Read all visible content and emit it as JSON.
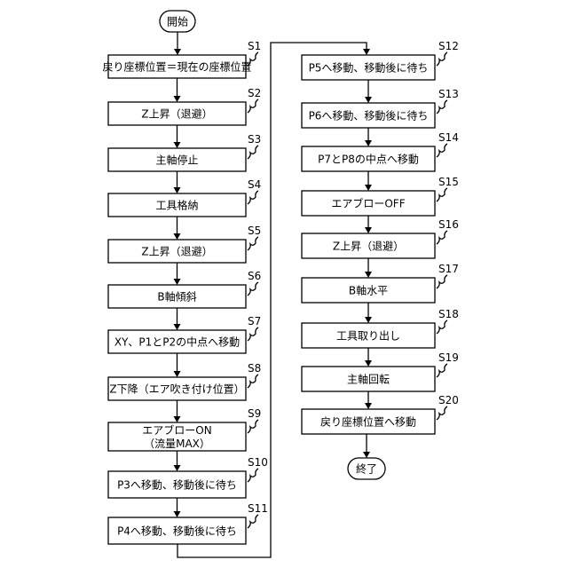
{
  "start": "開始",
  "end": "終了",
  "left_steps": [
    {
      "id": "S1",
      "lines": [
        "戻り座標位置＝現在の座標位置"
      ]
    },
    {
      "id": "S2",
      "lines": [
        "Z上昇（退避）"
      ]
    },
    {
      "id": "S3",
      "lines": [
        "主軸停止"
      ]
    },
    {
      "id": "S4",
      "lines": [
        "工具格納"
      ]
    },
    {
      "id": "S5",
      "lines": [
        "Z上昇（退避）"
      ]
    },
    {
      "id": "S6",
      "lines": [
        "B軸傾斜"
      ]
    },
    {
      "id": "S7",
      "lines": [
        "XY、P1とP2の中点へ移動"
      ]
    },
    {
      "id": "S8",
      "lines": [
        "Z下降（エア吹き付け位置）"
      ]
    },
    {
      "id": "S9",
      "lines": [
        "エアブローON",
        "（流量MAX）"
      ]
    },
    {
      "id": "S10",
      "lines": [
        "P3へ移動、移動後に待ち"
      ]
    },
    {
      "id": "S11",
      "lines": [
        "P4へ移動、移動後に待ち"
      ]
    }
  ],
  "right_steps": [
    {
      "id": "S12",
      "lines": [
        "P5へ移動、移動後に待ち"
      ]
    },
    {
      "id": "S13",
      "lines": [
        "P6へ移動、移動後に待ち"
      ]
    },
    {
      "id": "S14",
      "lines": [
        "P7とP8の中点へ移動"
      ]
    },
    {
      "id": "S15",
      "lines": [
        "エアブローOFF"
      ]
    },
    {
      "id": "S16",
      "lines": [
        "Z上昇（退避）"
      ]
    },
    {
      "id": "S17",
      "lines": [
        "B軸水平"
      ]
    },
    {
      "id": "S18",
      "lines": [
        "工具取り出し"
      ]
    },
    {
      "id": "S19",
      "lines": [
        "主軸回転"
      ]
    },
    {
      "id": "S20",
      "lines": [
        "戻り座標位置へ移動"
      ]
    }
  ]
}
